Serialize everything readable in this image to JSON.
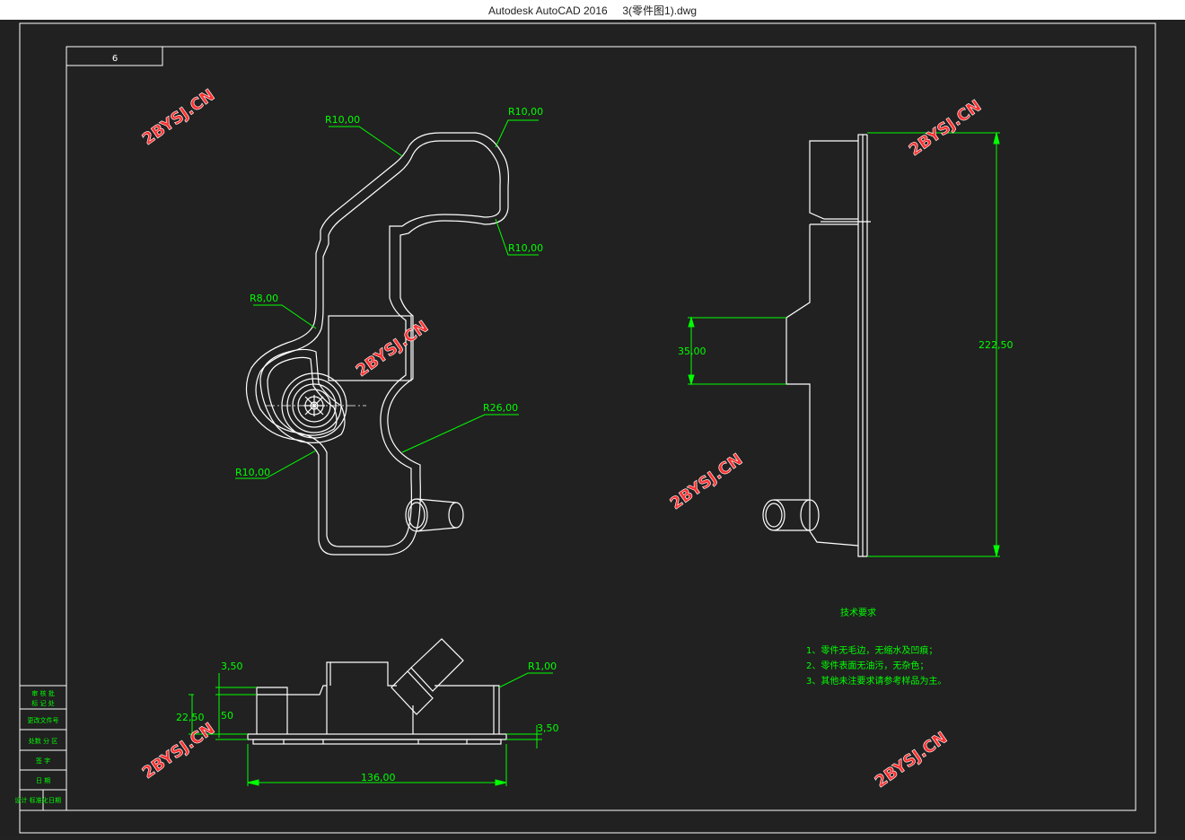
{
  "window": {
    "title": "Autodesk AutoCAD 2016     3(零件图1).dwg"
  },
  "colors": {
    "background": "#212121",
    "geometry": "#ffffff",
    "dimension": "#00ff00",
    "watermark": "#ff3030"
  },
  "drawing": {
    "code_label": "6",
    "watermark_text": "2BYSJ.CN",
    "dimensions": {
      "r_top_left": "R10,00",
      "r_top_right": "R10,00",
      "r_mid_right": "R10,00",
      "r_left": "R8,00",
      "r_bottom_left": "R10,00",
      "r_big": "R26,00",
      "side_height": "222,50",
      "side_step": "35,00",
      "bottom_a": "3,50",
      "bottom_b": "22,50",
      "bottom_c": "50",
      "bottom_r": "R1,00",
      "bottom_d": "3,50",
      "bottom_width": "136,00"
    },
    "notes": {
      "heading": "技术要求",
      "line1": "1、零件无毛边，无缩水及凹痕；",
      "line2": "2、零件表面无油污，无杂色；",
      "line3": "3、其他未注要求请参考样品为主。"
    },
    "titleblock_rows": [
      "审 核 批",
      "标 记 处",
      "更改文件号",
      "处数 分 区",
      "签 字",
      "日 期",
      "设计 标准化",
      "日期"
    ]
  }
}
